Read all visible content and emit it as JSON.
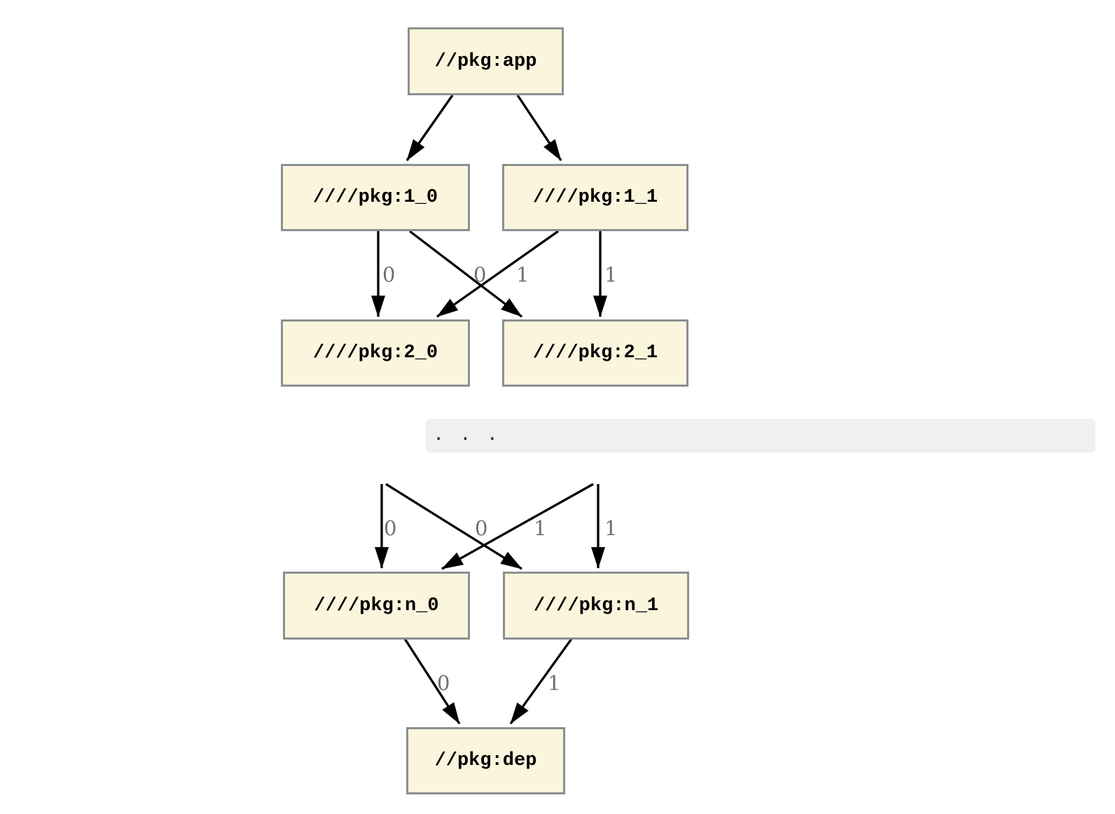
{
  "diagram": {
    "nodes": {
      "app": "//pkg:app",
      "l1_0": "////pkg:1_0",
      "l1_1": "////pkg:1_1",
      "l2_0": "////pkg:2_0",
      "l2_1": "////pkg:2_1",
      "ln_0": "////pkg:n_0",
      "ln_1": "////pkg:n_1",
      "dep": "//pkg:dep"
    },
    "edge_labels": {
      "e_1_0__2_0": "0",
      "e_1_1__2_0": "0",
      "e_1_0__2_1": "1",
      "e_1_1__2_1": "1",
      "e_src0__n_0": "0",
      "e_src1__n_0": "0",
      "e_src0__n_1": "1",
      "e_src1__n_1": "1",
      "e_n_0__dep": "0",
      "e_n_1__dep": "1"
    },
    "ellipsis": ". . .",
    "colors": {
      "background": "#ffffff",
      "node_fill": "#fcf5dd",
      "node_border": "#8b908f",
      "edge": "#000000",
      "edge_label": "#6f6f6f",
      "code_block_bg": "#f0f0f1",
      "code_block_text": "#2b2b2b"
    }
  }
}
